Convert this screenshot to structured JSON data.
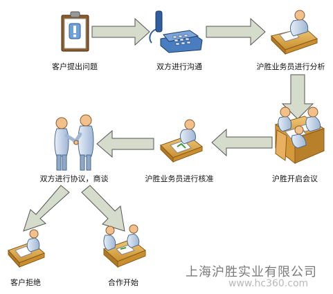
{
  "steps": {
    "customer_question": "客户提出问题",
    "communication": "双方进行沟通",
    "staff_analysis": "沪胜业务员进行分析",
    "meeting": "沪胜开启会议",
    "staff_approval": "沪胜业务员进行核准",
    "negotiation": "双方进行协议，商谈",
    "customer_refuse": "客户拒绝",
    "cooperation": "合作开始"
  },
  "company_name": "上海沪胜实业有限公司",
  "watermark": "www.hc360.com",
  "colors": {
    "arrow_fill": "#d6dccb",
    "arrow_stroke": "#555555",
    "desk": "#e3b25a",
    "skin": "#f2c08a",
    "shirt": "#c9d8ea",
    "phone": "#2f5f9e"
  }
}
